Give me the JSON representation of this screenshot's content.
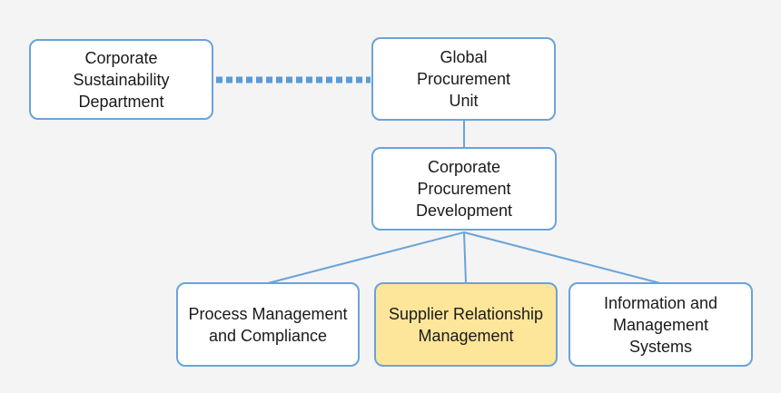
{
  "colors": {
    "background": "#f4f4f4",
    "border": "#6aa3d8",
    "node_fill": "#ffffff",
    "highlight_fill": "#fde59a",
    "connector": "#6aa3d8",
    "dotted_connector": "#5b9bd5"
  },
  "nodes": {
    "corporate_sustainability": "Corporate\nSustainability\nDepartment",
    "global_procurement": "Global\nProcurement\nUnit",
    "corporate_procurement_development": "Corporate\nProcurement\nDevelopment",
    "process_management": "Process Management\nand Compliance",
    "supplier_relationship": "Supplier Relationship\nManagement",
    "information_management": "Information and\nManagement\nSystems"
  },
  "highlighted_node": "supplier_relationship",
  "edges": [
    {
      "from": "corporate_sustainability",
      "to": "global_procurement",
      "style": "dotted"
    },
    {
      "from": "global_procurement",
      "to": "corporate_procurement_development",
      "style": "solid"
    },
    {
      "from": "corporate_procurement_development",
      "to": "process_management",
      "style": "solid"
    },
    {
      "from": "corporate_procurement_development",
      "to": "supplier_relationship",
      "style": "solid"
    },
    {
      "from": "corporate_procurement_development",
      "to": "information_management",
      "style": "solid"
    }
  ]
}
